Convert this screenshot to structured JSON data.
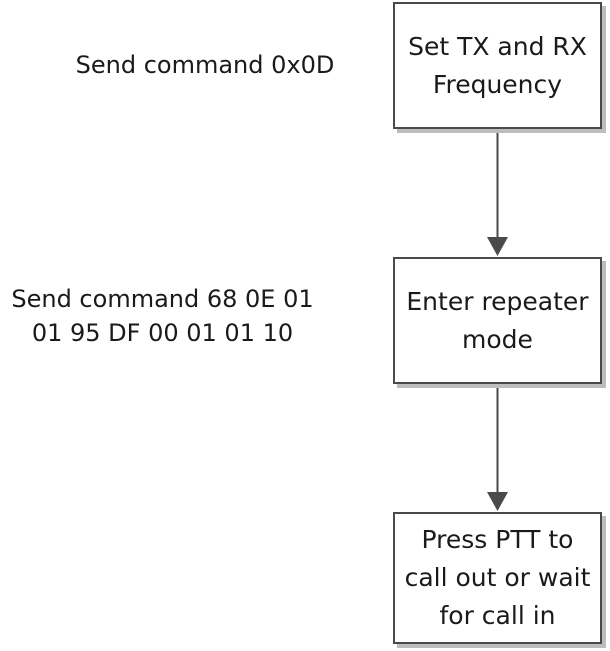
{
  "steps": [
    {
      "label": "Set TX and RX\nFrequency",
      "note": "Send command 0x0D"
    },
    {
      "label": "Enter repeater\nmode",
      "note": "Send command 68 0E 01\n01 95 DF 00 01 01 10"
    },
    {
      "label": "Press PTT to\ncall out or wait\nfor call in",
      "note": ""
    }
  ],
  "colors": {
    "box_border": "#4a4a4a",
    "box_shadow": "#bdbdbd",
    "arrow": "#4a4a4a",
    "text": "#1a1a1a"
  }
}
